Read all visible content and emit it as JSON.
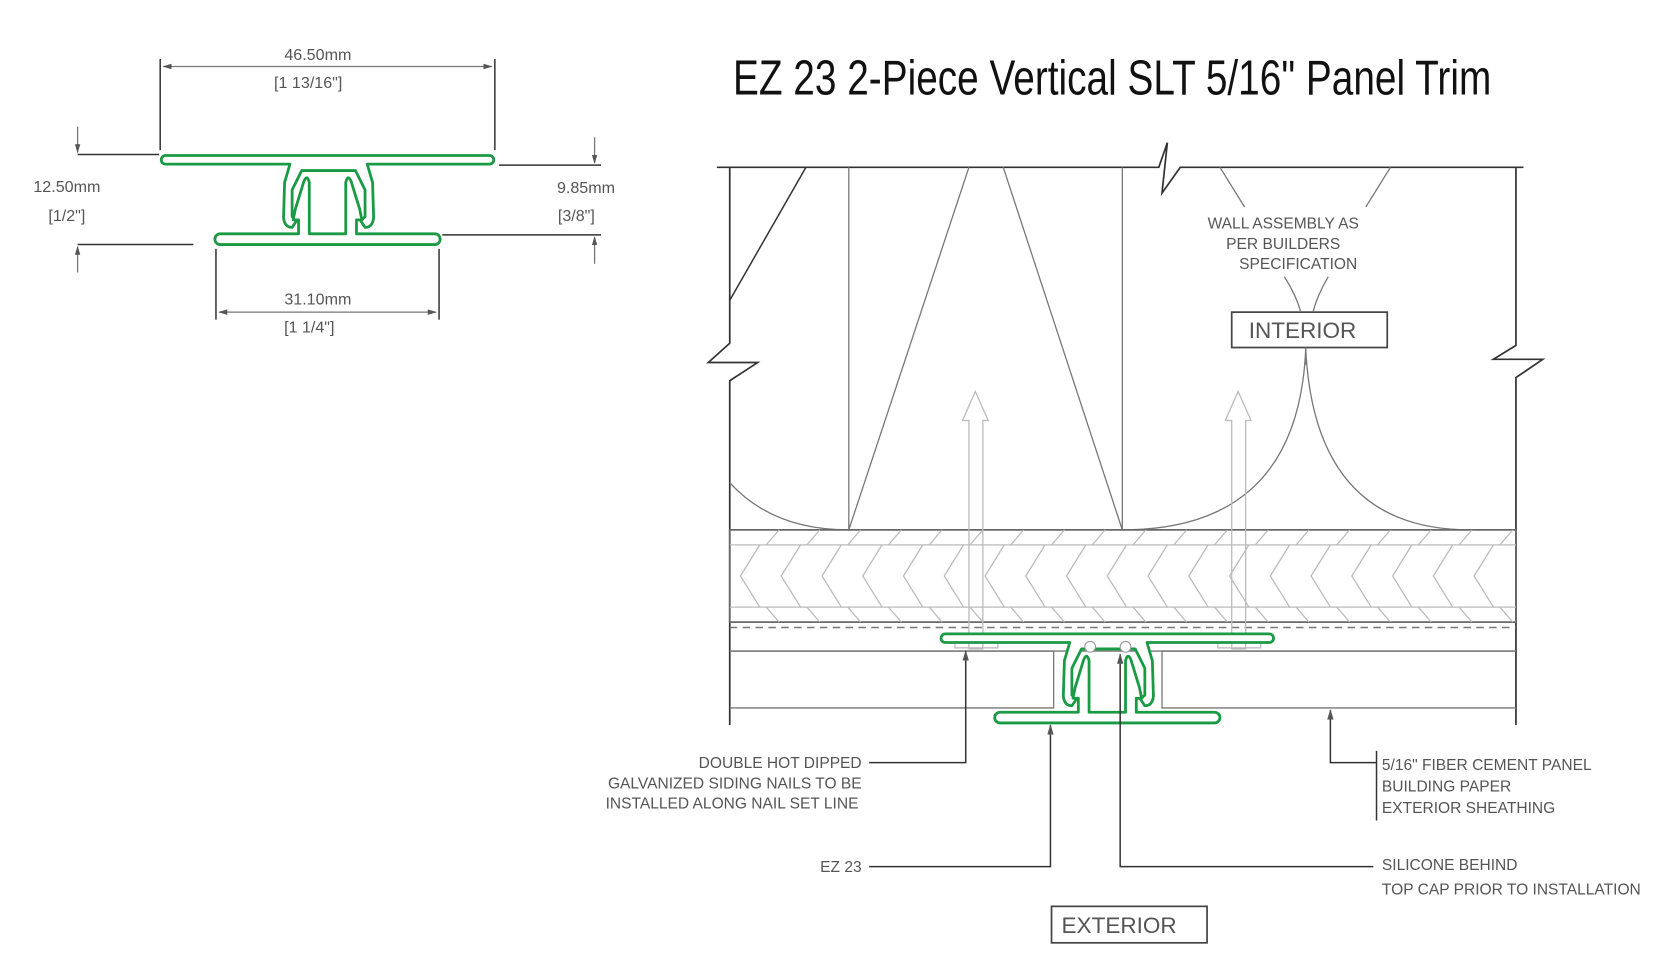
{
  "title": "EZ 23 2-Piece Vertical SLT 5/16\" Panel Trim",
  "accent_color": "#1a9a44",
  "profile_dimensions": {
    "top_width_mm": "46.50mm",
    "top_width_in": "[1 13/16\"]",
    "overall_height_mm": "12.50mm",
    "overall_height_in": "[1/2\"]",
    "inner_height_mm": "9.85mm",
    "inner_height_in": "[3/8\"]",
    "bottom_width_mm": "31.10mm",
    "bottom_width_in": "[1 1/4\"]"
  },
  "section": {
    "wall_assembly": [
      "WALL ASSEMBLY AS",
      "PER BUILDERS",
      "SPECIFICATION"
    ],
    "interior_label": "INTERIOR",
    "exterior_label": "EXTERIOR",
    "nails_note": [
      "DOUBLE HOT DIPPED",
      "GALVANIZED SIDING NAILS TO BE",
      "INSTALLED ALONG NAIL SET LINE"
    ],
    "trim_label": "EZ 23",
    "layers_note": [
      "5/16\" FIBER CEMENT PANEL",
      "BUILDING PAPER",
      "EXTERIOR SHEATHING"
    ],
    "silicone_note": [
      "SILICONE BEHIND",
      "TOP CAP PRIOR TO INSTALLATION"
    ]
  }
}
